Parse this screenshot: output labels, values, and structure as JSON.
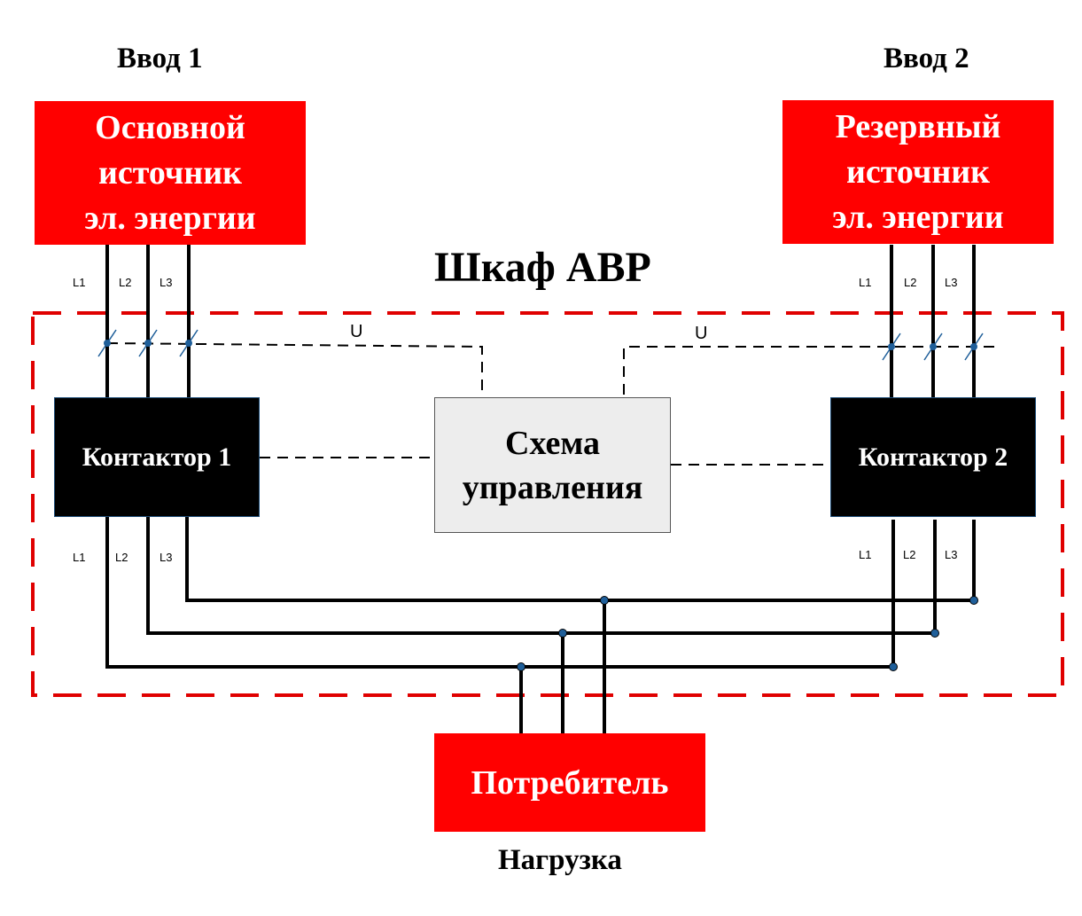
{
  "input1_label": "Ввод 1",
  "input2_label": "Ввод 2",
  "main_source": {
    "line1": "Основной",
    "line2": "источник",
    "line3": "эл. энергии"
  },
  "reserve_source": {
    "line1": "Резервный",
    "line2": "источник",
    "line3": "эл. энергии"
  },
  "cabinet_title": "Шкаф АВР",
  "contactor1": "Контактор 1",
  "contactor2": "Контактор 2",
  "control": {
    "line1": "Схема",
    "line2": "управления"
  },
  "consumer": "Потребитель",
  "load_label": "Нагрузка",
  "voltage_label": "U",
  "phases": [
    "L1",
    "L2",
    "L3"
  ],
  "colors": {
    "source_red": "#ff0000",
    "contactor_black": "#000000",
    "control_gray": "#ededed",
    "cabinet_border": "#e00000",
    "node_blue": "#1f5f9a"
  }
}
